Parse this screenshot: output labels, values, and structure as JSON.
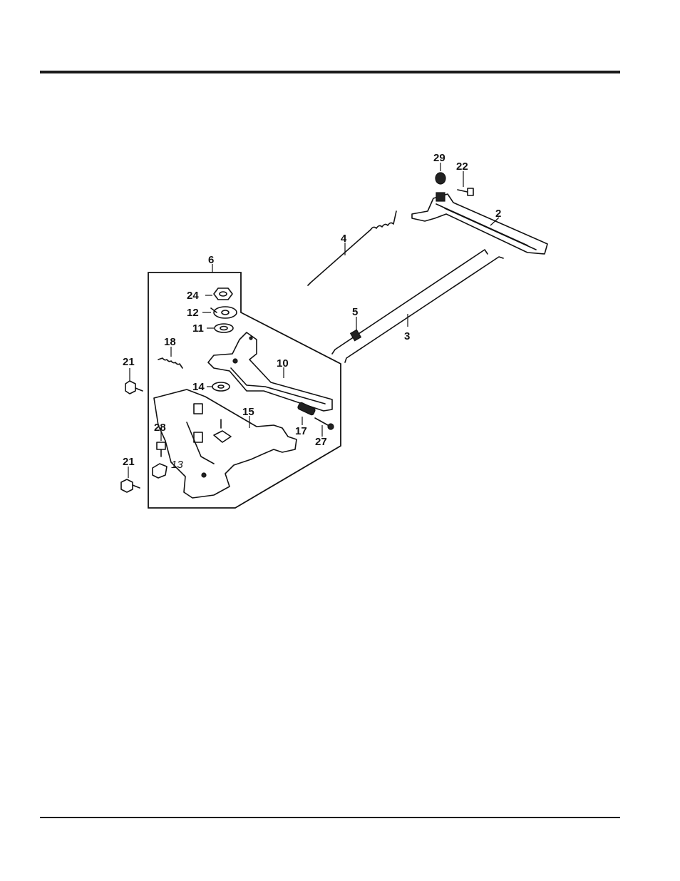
{
  "callouts": {
    "c2": "2",
    "c3": "3",
    "c4": "4",
    "c5": "5",
    "c6": "6",
    "c10": "10",
    "c11": "11",
    "c12": "12",
    "c13": "13",
    "c14": "14",
    "c15": "15",
    "c17": "17",
    "c18": "18",
    "c21a": "21",
    "c21b": "21",
    "c22": "22",
    "c24": "24",
    "c27": "27",
    "c28": "28",
    "c29": "29"
  }
}
